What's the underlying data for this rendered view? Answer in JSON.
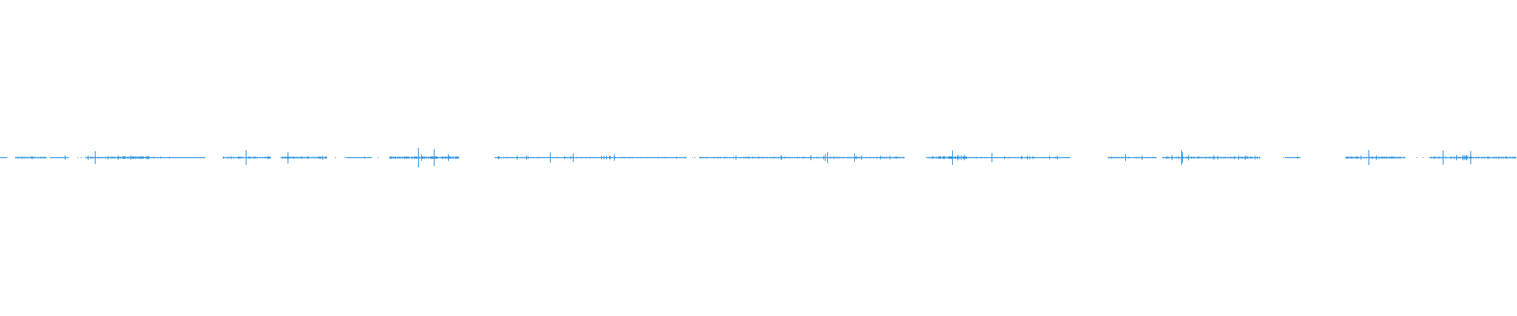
{
  "waveform": {
    "color": "#3d9be0",
    "line_width": 1,
    "segments": [
      {
        "start": 0.0,
        "end": 0.004,
        "amp": 0.1
      },
      {
        "start": 0.01,
        "end": 0.03,
        "amp": 0.28
      },
      {
        "start": 0.033,
        "end": 0.045,
        "amp": 0.1
      },
      {
        "start": 0.056,
        "end": 0.065,
        "amp": 0.32
      },
      {
        "start": 0.065,
        "end": 0.08,
        "amp": 0.28
      },
      {
        "start": 0.08,
        "end": 0.098,
        "amp": 0.46
      },
      {
        "start": 0.098,
        "end": 0.135,
        "amp": 0.12
      },
      {
        "start": 0.147,
        "end": 0.178,
        "amp": 0.3
      },
      {
        "start": 0.185,
        "end": 0.215,
        "amp": 0.34
      },
      {
        "start": 0.228,
        "end": 0.245,
        "amp": 0.08
      },
      {
        "start": 0.257,
        "end": 0.302,
        "amp": 0.42
      },
      {
        "start": 0.326,
        "end": 0.452,
        "amp": 0.22
      },
      {
        "start": 0.461,
        "end": 0.596,
        "amp": 0.26
      },
      {
        "start": 0.611,
        "end": 0.637,
        "amp": 0.44
      },
      {
        "start": 0.637,
        "end": 0.705,
        "amp": 0.2
      },
      {
        "start": 0.73,
        "end": 0.762,
        "amp": 0.24
      },
      {
        "start": 0.766,
        "end": 0.83,
        "amp": 0.3
      },
      {
        "start": 0.847,
        "end": 0.857,
        "amp": 0.14
      },
      {
        "start": 0.887,
        "end": 0.926,
        "amp": 0.34
      },
      {
        "start": 0.942,
        "end": 0.999,
        "amp": 0.3
      }
    ],
    "dots": [
      0.043,
      0.051,
      0.053,
      0.221,
      0.227,
      0.245,
      0.249,
      0.327,
      0.456,
      0.458,
      0.61,
      0.633,
      0.634,
      0.705,
      0.733,
      0.735,
      0.747,
      0.826,
      0.83,
      0.846,
      0.934,
      0.938,
      0.981,
      0.985,
      0.989,
      0.996
    ]
  }
}
